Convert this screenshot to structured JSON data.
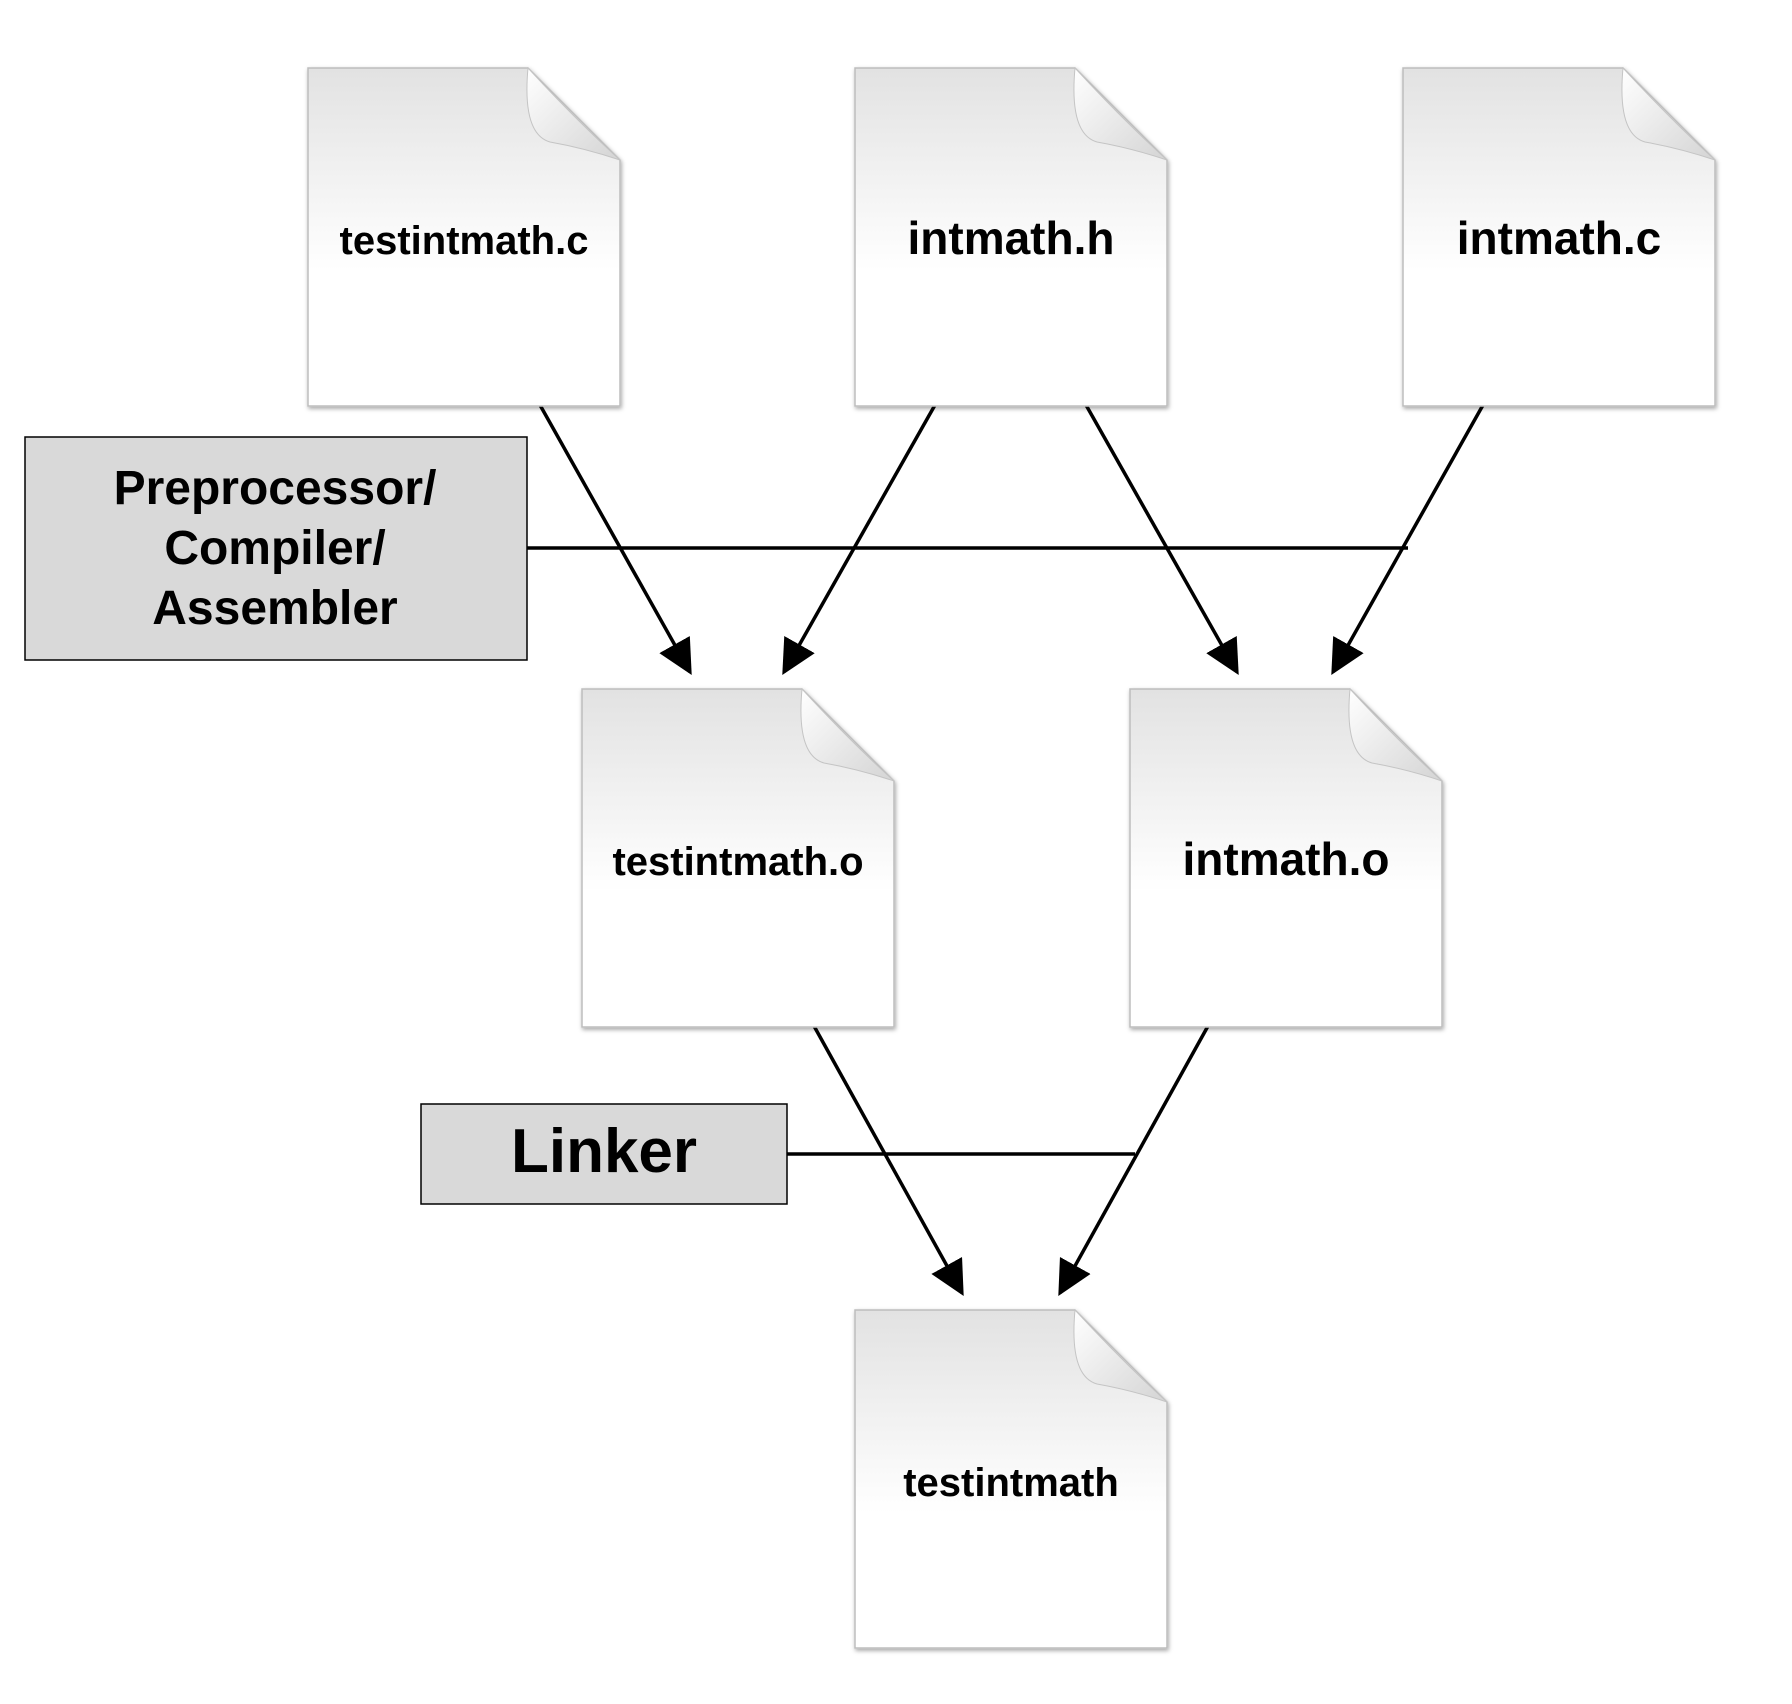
{
  "files": {
    "testintmath_c": "testintmath.c",
    "intmath_h": "intmath.h",
    "intmath_c": "intmath.c",
    "testintmath_o": "testintmath.o",
    "intmath_o": "intmath.o",
    "testintmath": "testintmath"
  },
  "steps": {
    "compile": [
      "Preprocessor/",
      "Compiler/",
      "Assembler"
    ],
    "link": "Linker"
  },
  "colors": {
    "step_box_fill": "#d9d9d9",
    "page_top": "#e2e2e2",
    "page_bottom": "#ffffff",
    "line": "#000000"
  }
}
